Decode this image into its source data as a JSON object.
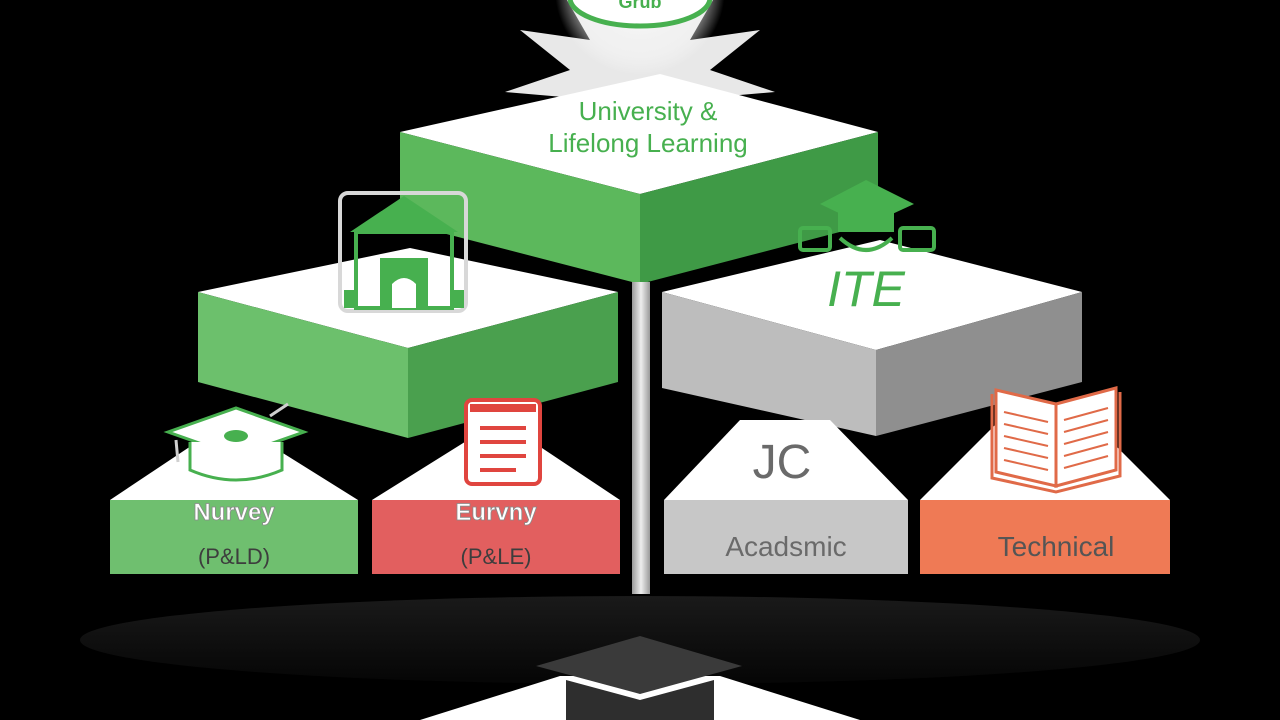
{
  "top_block": {
    "line1": "University &",
    "line2": "Lifelong Learning",
    "top_color": "#ffffff",
    "front_color": "#5cb85c",
    "side_color": "#3f9a46"
  },
  "badge": {
    "text": "Grub"
  },
  "mid_right": {
    "label": "ITE",
    "front_color": "#bdbdbd",
    "side_color": "#8f8f8f"
  },
  "mid_left": {
    "front_color": "#6cc06c",
    "side_color": "#4aa04e"
  },
  "bottom": [
    {
      "name": "Nurvey",
      "sub": "(P&LD)",
      "color": "#6fbf6f",
      "text_color": "#ffffff",
      "sub_color": "#3d3d3d"
    },
    {
      "name": "Eurvny",
      "sub": "(P&LE)",
      "color": "#e25f5f",
      "text_color": "#ffffff",
      "sub_color": "#3d3d3d"
    },
    {
      "name": "JC",
      "sub": "Acadsmic",
      "color": "#c7c7c7",
      "text_color": "#6a6a6a",
      "sub_color": "#6a6a6a"
    },
    {
      "name": "",
      "sub": "Technical",
      "color": "#ef7a55",
      "text_color": "#555555",
      "sub_color": "#555555"
    }
  ],
  "colors": {
    "green_icon": "#47b04f",
    "red_icon": "#e0453f",
    "orange_icon": "#e06a48",
    "grey_icon": "#7a7a7a",
    "pole": "#d8d8d8",
    "cap": "#3a3a3a"
  },
  "icons": [
    "school-building-icon",
    "graduation-cap-icon",
    "document-icon",
    "open-book-icon",
    "ite-cap-icon",
    "bottom-graduation-cap-icon",
    "glowing-badge-icon"
  ]
}
